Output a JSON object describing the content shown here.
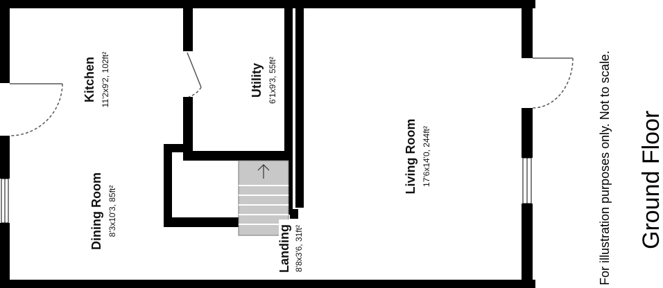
{
  "plan": {
    "floor_title": "Ground Floor",
    "disclaimer": "For illustration purposes only. Not to scale.",
    "colors": {
      "walls": "#000000",
      "stairs": "#c8c8c8",
      "door_swing": "#555555"
    },
    "rooms": [
      {
        "id": "kitchen",
        "name": "Kitchen",
        "dims": "11'2x9'2, 102ft²"
      },
      {
        "id": "utility",
        "name": "Utility",
        "dims": "6'1x9'3, 55ft²"
      },
      {
        "id": "dining",
        "name": "Dining Room",
        "dims": "8'3x10'3, 85ft²"
      },
      {
        "id": "living",
        "name": "Living Room",
        "dims": "17'6x14'0, 244ft²"
      },
      {
        "id": "landing",
        "name": "Landing",
        "dims": "8'8x3'6, 31ft²"
      }
    ]
  }
}
